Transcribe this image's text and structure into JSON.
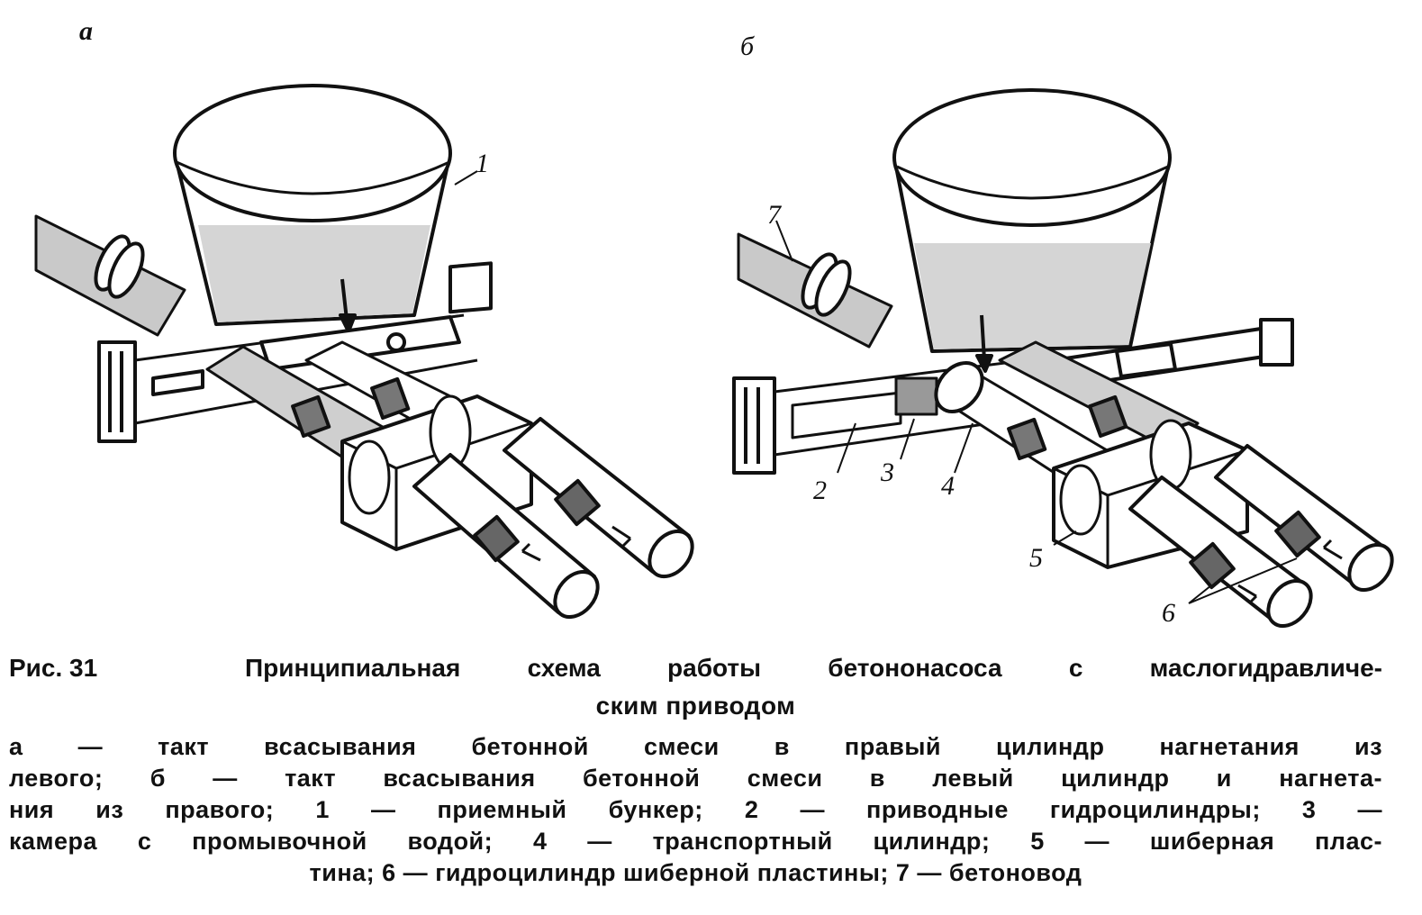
{
  "figure": {
    "panel_labels": {
      "a": "а",
      "b": "б"
    },
    "part_numbers": [
      "1",
      "2",
      "3",
      "4",
      "5",
      "6",
      "7"
    ],
    "caption": {
      "figure_number": "Рис. 31",
      "title_line1": "Принципиальная схема работы бетононасоса с маслогидравличе-",
      "title_line2": "ским приводом",
      "legend_lines": [
        "а — такт всасывания бетонной смеси в правый цилиндр нагнетания из",
        "левого; б — такт всасывания бетонной смеси в левый цилиндр и нагнета-",
        "ния из правого; 1 — приемный бункер; 2 — приводные гидроцилиндры; 3 —",
        "камера с промывочной водой; 4 — транспортный цилиндр; 5 — шиберная плас-",
        "тина; 6 — гидроцилиндр шиберной пластины; 7 — бетоновод"
      ]
    }
  }
}
